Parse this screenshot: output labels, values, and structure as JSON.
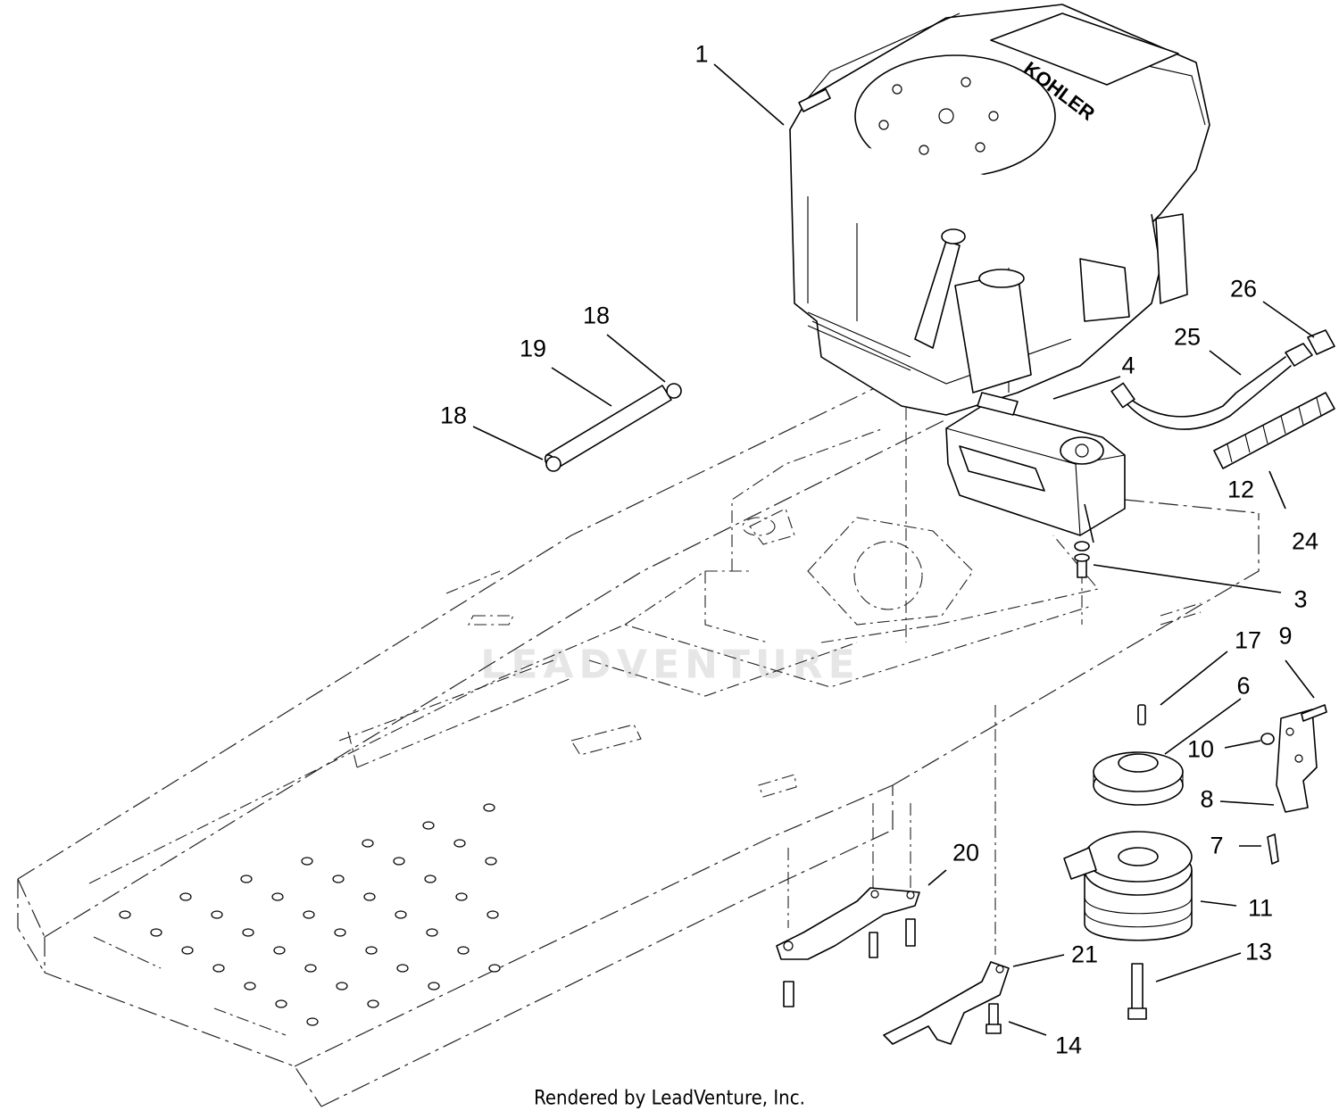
{
  "callouts": [
    {
      "id": "c1",
      "label": "1"
    },
    {
      "id": "c18a",
      "label": "18"
    },
    {
      "id": "c19",
      "label": "19"
    },
    {
      "id": "c18b",
      "label": "18"
    },
    {
      "id": "c26",
      "label": "26"
    },
    {
      "id": "c25",
      "label": "25"
    },
    {
      "id": "c4",
      "label": "4"
    },
    {
      "id": "c12",
      "label": "12"
    },
    {
      "id": "c24",
      "label": "24"
    },
    {
      "id": "c3",
      "label": "3"
    },
    {
      "id": "c17",
      "label": "17"
    },
    {
      "id": "c9",
      "label": "9"
    },
    {
      "id": "c6",
      "label": "6"
    },
    {
      "id": "c10",
      "label": "10"
    },
    {
      "id": "c8",
      "label": "8"
    },
    {
      "id": "c7",
      "label": "7"
    },
    {
      "id": "c20",
      "label": "20"
    },
    {
      "id": "c11",
      "label": "11"
    },
    {
      "id": "c21",
      "label": "21"
    },
    {
      "id": "c13",
      "label": "13"
    },
    {
      "id": "c14",
      "label": "14"
    }
  ],
  "engine_logo_text": "KOHLER",
  "watermark": "LEADVENTURE",
  "footer": "Rendered by LeadVenture, Inc."
}
